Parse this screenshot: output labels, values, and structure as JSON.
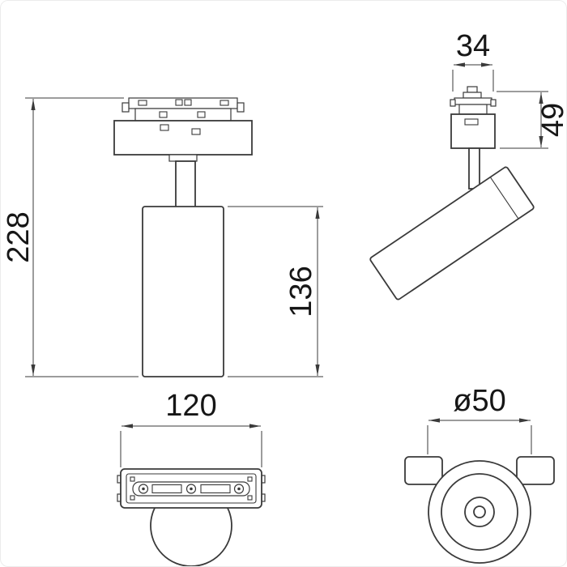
{
  "dims": {
    "total_height": "228",
    "body_height": "136",
    "track_width": "34",
    "adapter_height": "49",
    "adapter_length": "120",
    "head_diameter": "ø50"
  },
  "colors": {
    "line": "#3a3a3a",
    "text": "#161616",
    "background": "#ffffff"
  }
}
